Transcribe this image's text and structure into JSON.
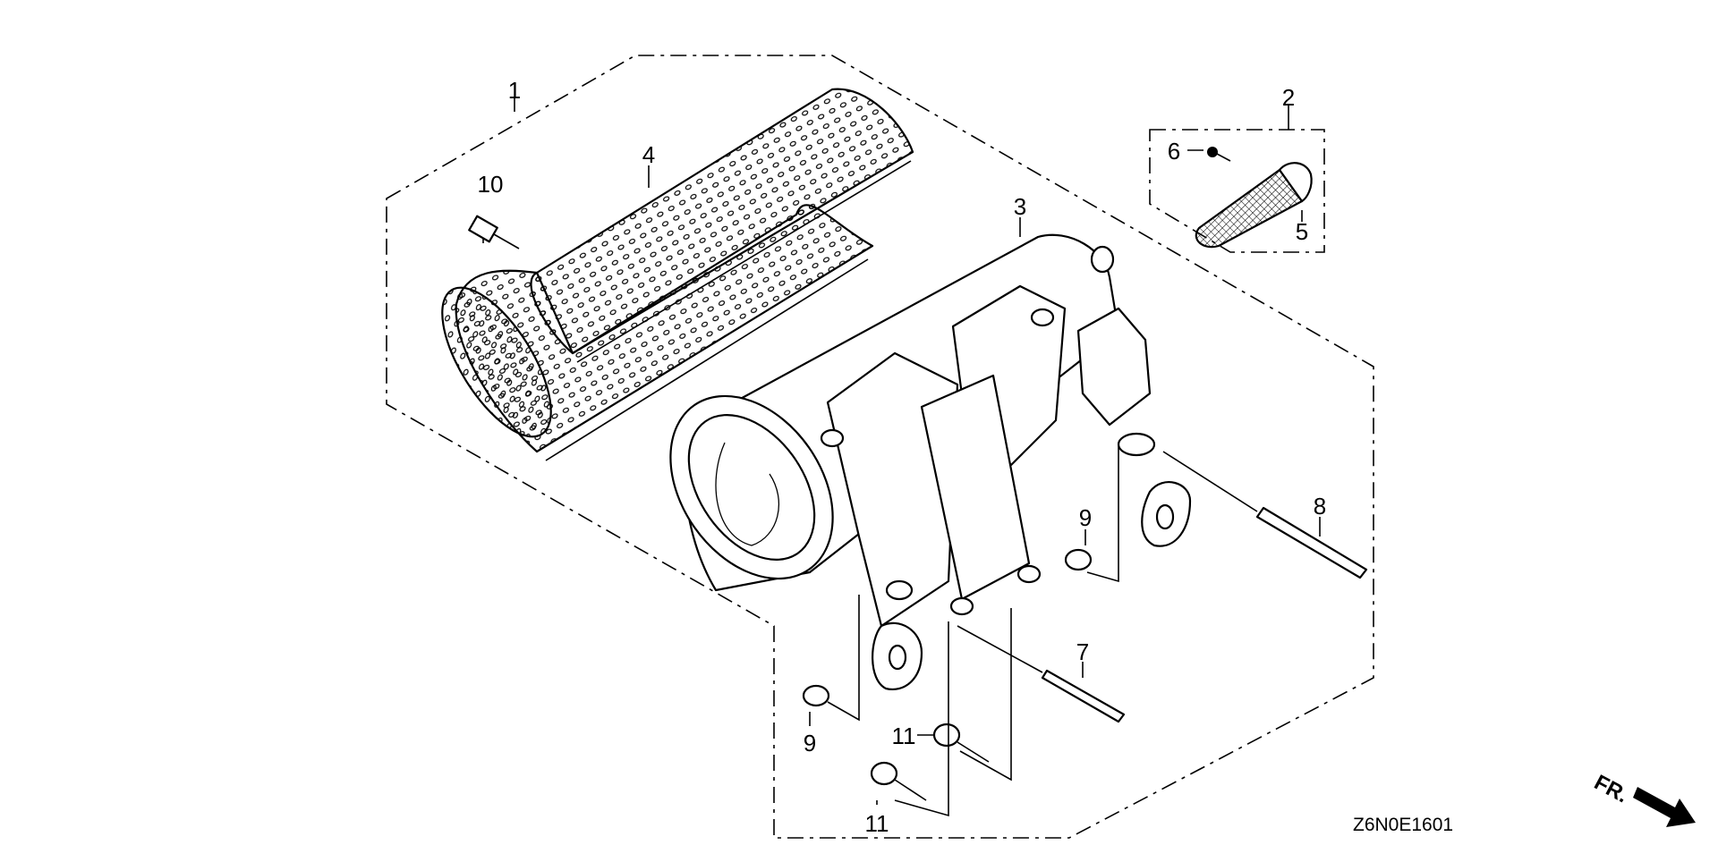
{
  "diagram_code": "Z6N0E1601",
  "direction_label": "FR.",
  "callouts": {
    "c1": "1",
    "c2": "2",
    "c3": "3",
    "c4": "4",
    "c5": "5",
    "c6": "6",
    "c7": "7",
    "c8": "8",
    "c9a": "9",
    "c9b": "9",
    "c10": "10",
    "c11a": "11",
    "c11b": "11"
  }
}
